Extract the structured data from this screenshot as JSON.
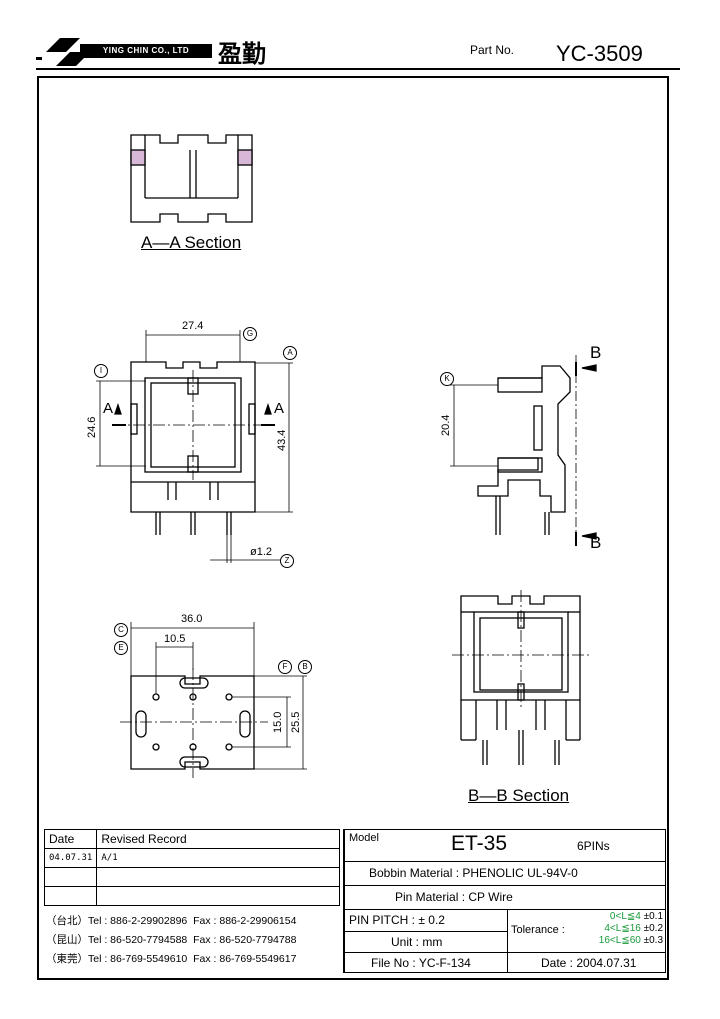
{
  "header": {
    "company_en": "YING CHIN CO., LTD",
    "company_cn": "盈勤",
    "part_no_label": "Part No.",
    "part_no": "YC-3509"
  },
  "views": {
    "aa_section": "A—A Section",
    "bb_section": "B—B Section"
  },
  "dimensions": {
    "top_width": "27.4",
    "height_left": "24.6",
    "height_right": "43.4",
    "pin_dia": "ø1.2",
    "side_height": "20.4",
    "bottom_width": "36.0",
    "bottom_pitch": "10.5",
    "bottom_h1": "15.0",
    "bottom_h2": "25.5"
  },
  "markers": {
    "a": "A",
    "b": "B",
    "c": "C",
    "e": "E",
    "f": "F",
    "g": "G",
    "i": "I",
    "k": "K",
    "z": "Z",
    "section_a": "A",
    "section_b": "B"
  },
  "revision": {
    "col_date": "Date",
    "col_record": "Revised Record",
    "rows": [
      {
        "date": "04.07.31",
        "record": "A/1"
      },
      {
        "date": "",
        "record": ""
      },
      {
        "date": "",
        "record": ""
      }
    ]
  },
  "contacts": [
    {
      "loc": "（台北）",
      "tel": "Tel : 886-2-29902896",
      "fax": "Fax : 886-2-29906154"
    },
    {
      "loc": "（昆山）",
      "tel": "Tel : 86-520-7794588",
      "fax": "Fax : 86-520-7794788"
    },
    {
      "loc": "（東莞）",
      "tel": "Tel : 86-769-5549610",
      "fax": "Fax : 86-769-5549617"
    }
  ],
  "spec": {
    "model_label": "Model",
    "model": "ET-35",
    "pins": "6PINs",
    "bobbin_label": "Bobbin  Material :",
    "bobbin": "PHENOLIC UL-94V-0",
    "pin_label": "Pin  Material :",
    "pin": "CP Wire",
    "pitch_label": "PIN  PITCH :",
    "pitch": "± 0.2",
    "unit_label": "Unit :",
    "unit": "mm",
    "file_label": "File  No :",
    "file": "YC-F-134",
    "tol_label": "Tolerance :",
    "tol1_range": "0<L≦4",
    "tol1": "±0.1",
    "tol2_range": "4<L≦16",
    "tol2": "±0.2",
    "tol3_range": "16<L≦60",
    "tol3": "±0.3",
    "date_label": "Date :",
    "date": "2004.07.31"
  }
}
